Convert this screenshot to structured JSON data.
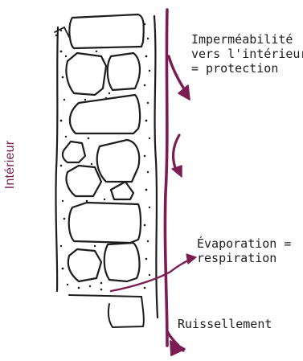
{
  "labels": {
    "interior": "Intérieur",
    "impermeability": "Imperméabilité\nvers l'intérieur\n= protection",
    "evaporation": "Évaporation =\nrespiration",
    "runoff": "Ruissellement"
  },
  "colors": {
    "accent": "#7b1d52",
    "ink": "#1d1d1d",
    "background": "#ffffff"
  }
}
